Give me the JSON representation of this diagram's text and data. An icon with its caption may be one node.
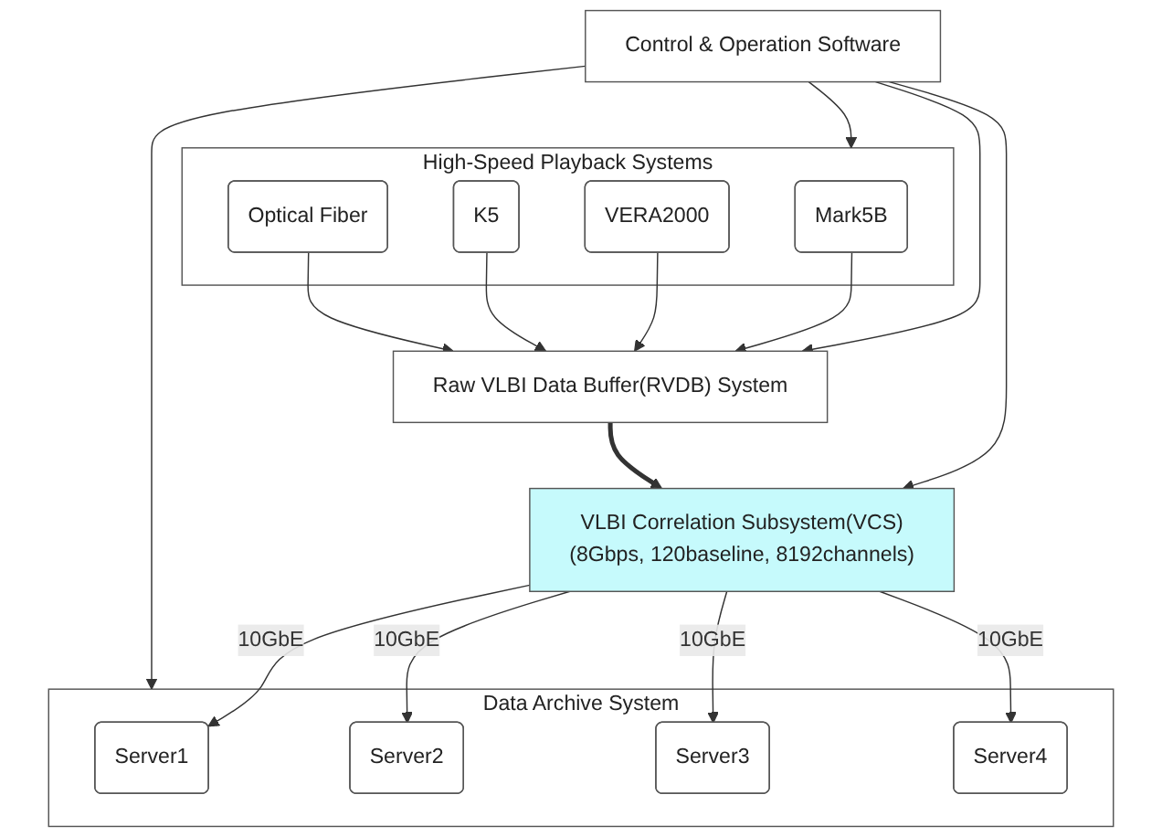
{
  "diagram": {
    "nodes": [
      {
        "text": [
          "Control & Operation Software"
        ]
      },
      {
        "text": [
          "High-Speed Playback Systems"
        ]
      },
      {
        "text": [
          "Mark5B"
        ],
        "in": 1
      },
      {
        "text": [
          "VERA2000"
        ],
        "in": 1
      },
      {
        "text": [
          "K5"
        ],
        "in": 1
      },
      {
        "text": [
          "Optical Fiber"
        ],
        "in": 1
      },
      {
        "text": [
          "Raw VLBI Data Buffer(RVDB) System"
        ]
      },
      {
        "text": [
          "VLBI Correlation Subsystem(VCS)",
          "(8Gbps, 120baseline, 8192channels)"
        ]
      },
      {
        "text": [
          "Data Archive System"
        ]
      },
      {
        "text": [
          "Server1"
        ],
        "in": 8
      },
      {
        "text": [
          "Server2"
        ],
        "in": 8
      },
      {
        "text": [
          "Server3"
        ],
        "in": 8
      },
      {
        "text": [
          "Server4"
        ],
        "in": 8
      }
    ],
    "edges": [
      {
        "from": 0,
        "to": 1,
        "arrow": "to"
      },
      {
        "from": 0,
        "to": 6,
        "arrow": "to"
      },
      {
        "from": 0,
        "to": 7,
        "arrow": "to"
      },
      {
        "from": 0,
        "to": 8,
        "arrow": "to"
      },
      {
        "from": 2,
        "to": 6,
        "arrow": "to"
      },
      {
        "from": 3,
        "to": 6,
        "arrow": "to"
      },
      {
        "from": 4,
        "to": 6,
        "arrow": "to"
      },
      {
        "from": 5,
        "to": 6,
        "arrow": "to"
      },
      {
        "from": 6,
        "to": 7,
        "arrow": "to",
        "style": "thick"
      },
      {
        "from": 7,
        "to": 9,
        "arrow": "to",
        "label": "10GbE"
      },
      {
        "from": 7,
        "to": 10,
        "arrow": "to",
        "label": "10GbE"
      },
      {
        "from": 7,
        "to": 11,
        "arrow": "to",
        "label": "10GbE"
      },
      {
        "from": 7,
        "to": 12,
        "arrow": "to",
        "label": "10GbE"
      }
    ]
  }
}
